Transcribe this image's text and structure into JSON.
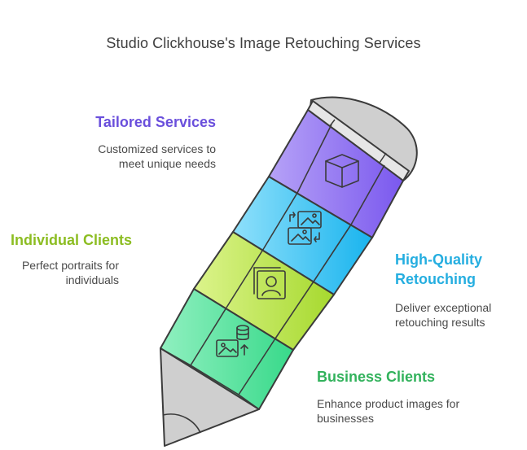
{
  "title": "Studio Clickhouse's Image Retouching Services",
  "colors": {
    "tailored": "#6a4fdc",
    "individual": "#8cbd22",
    "high_quality": "#25aee0",
    "business": "#32b25c"
  },
  "sections": {
    "tailored": {
      "heading": "Tailored Services",
      "desc_line1": "Customized services to",
      "desc_line2": "meet unique needs",
      "icon": "box-icon"
    },
    "individual": {
      "heading": "Individual Clients",
      "desc_line1": "Perfect portraits for",
      "desc_line2": "individuals",
      "icon": "portrait-icon"
    },
    "high_quality": {
      "heading_line1": "High-Quality",
      "heading_line2": "Retouching",
      "desc_line1": "Deliver exceptional",
      "desc_line2": "retouching results",
      "icon": "image-swap-icon"
    },
    "business": {
      "heading": "Business Clients",
      "desc_line1": "Enhance product images for",
      "desc_line2": "businesses",
      "icon": "database-image-icon"
    }
  }
}
